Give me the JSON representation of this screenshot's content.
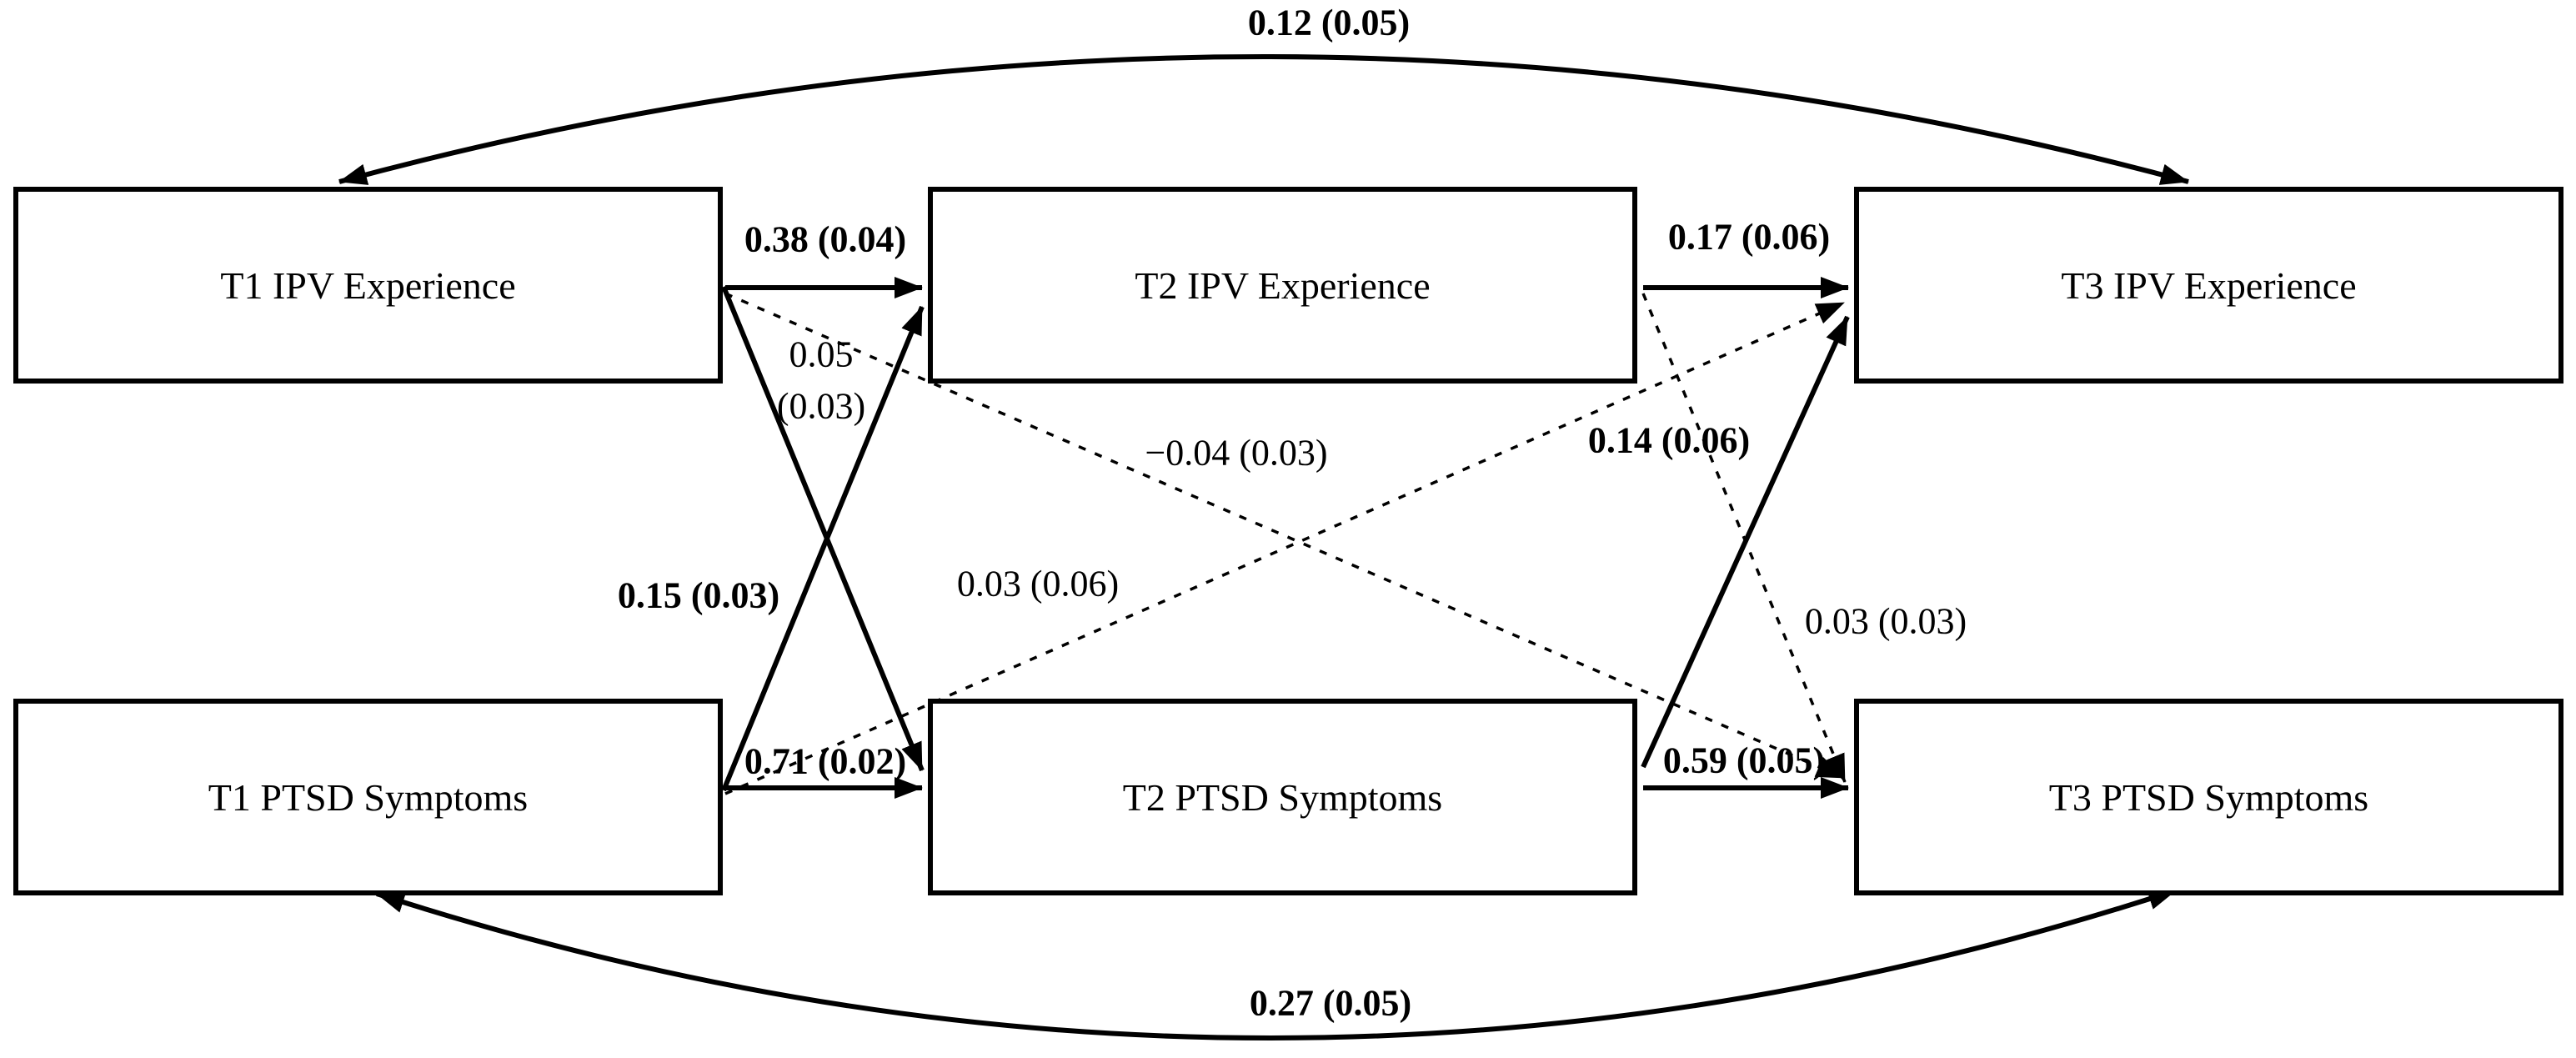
{
  "boxes": {
    "t1_ipv": {
      "label": "T1 IPV Experience"
    },
    "t2_ipv": {
      "label": "T2 IPV Experience"
    },
    "t3_ipv": {
      "label": "T3 IPV Experience"
    },
    "t1_ptsd": {
      "label": "T1 PTSD Symptoms"
    },
    "t2_ptsd": {
      "label": "T2 PTSD Symptoms"
    },
    "t3_ptsd": {
      "label": "T3 PTSD Symptoms"
    }
  },
  "paths": {
    "cov_ipv1_ipv3": {
      "label": "0.12 (0.05)",
      "estimate": 0.12,
      "se": 0.05,
      "from": "T1 IPV Experience",
      "to": "T3 IPV Experience",
      "line": "solid-curved",
      "arrowheads": "both",
      "bold": true
    },
    "cov_ptsd1_ptsd3": {
      "label": "0.27 (0.05)",
      "estimate": 0.27,
      "se": 0.05,
      "from": "T1 PTSD Symptoms",
      "to": "T3 PTSD Symptoms",
      "line": "solid-curved",
      "arrowheads": "both",
      "bold": true
    },
    "ar_ipv_t1_t2": {
      "label": "0.38 (0.04)",
      "estimate": 0.38,
      "se": 0.04,
      "from": "T1 IPV Experience",
      "to": "T2 IPV Experience",
      "line": "solid",
      "bold": true
    },
    "ar_ipv_t2_t3": {
      "label": "0.17 (0.06)",
      "estimate": 0.17,
      "se": 0.06,
      "from": "T2 IPV Experience",
      "to": "T3 IPV Experience",
      "line": "solid",
      "bold": true
    },
    "ar_ptsd_t1_t2": {
      "label": "0.71 (0.02)",
      "estimate": 0.71,
      "se": 0.02,
      "from": "T1 PTSD Symptoms",
      "to": "T2 PTSD Symptoms",
      "line": "solid",
      "bold": true
    },
    "ar_ptsd_t2_t3": {
      "label": "0.59 (0.05)",
      "estimate": 0.59,
      "se": 0.05,
      "from": "T2 PTSD Symptoms",
      "to": "T3 PTSD Symptoms",
      "line": "solid",
      "bold": true
    },
    "cl_ipv1_ptsd2": {
      "label_lines": [
        "0.05",
        "(0.03)"
      ],
      "estimate": 0.05,
      "se": 0.03,
      "from": "T1 IPV Experience",
      "to": "T2 PTSD Symptoms",
      "line": "solid",
      "bold": false
    },
    "cl_ptsd1_ipv2": {
      "label": "0.15 (0.03)",
      "estimate": 0.15,
      "se": 0.03,
      "from": "T1 PTSD Symptoms",
      "to": "T2 IPV Experience",
      "line": "solid",
      "bold": true
    },
    "cl_ptsd2_ipv3": {
      "label": "0.14 (0.06)",
      "estimate": 0.14,
      "se": 0.06,
      "from": "T2 PTSD Symptoms",
      "to": "T3 IPV Experience",
      "line": "solid",
      "bold": true
    },
    "cl_ipv2_ptsd3": {
      "label": "0.03 (0.03)",
      "estimate": 0.03,
      "se": 0.03,
      "from": "T2 IPV Experience",
      "to": "T3 PTSD Symptoms",
      "line": "dashed",
      "bold": false
    },
    "lag2_ipv1_ptsd3": {
      "label": "−0.04 (0.03)",
      "estimate": -0.04,
      "se": 0.03,
      "from": "T1 IPV Experience",
      "to": "T3 PTSD Symptoms",
      "line": "dashed",
      "bold": false
    },
    "lag2_ptsd1_ipv3": {
      "label": "0.03 (0.06)",
      "estimate": 0.03,
      "se": 0.06,
      "from": "T1 PTSD Symptoms",
      "to": "T3 IPV Experience",
      "line": "dashed",
      "bold": false
    }
  },
  "colors": {
    "line": "#000000",
    "background": "#ffffff",
    "text": "#000000"
  }
}
